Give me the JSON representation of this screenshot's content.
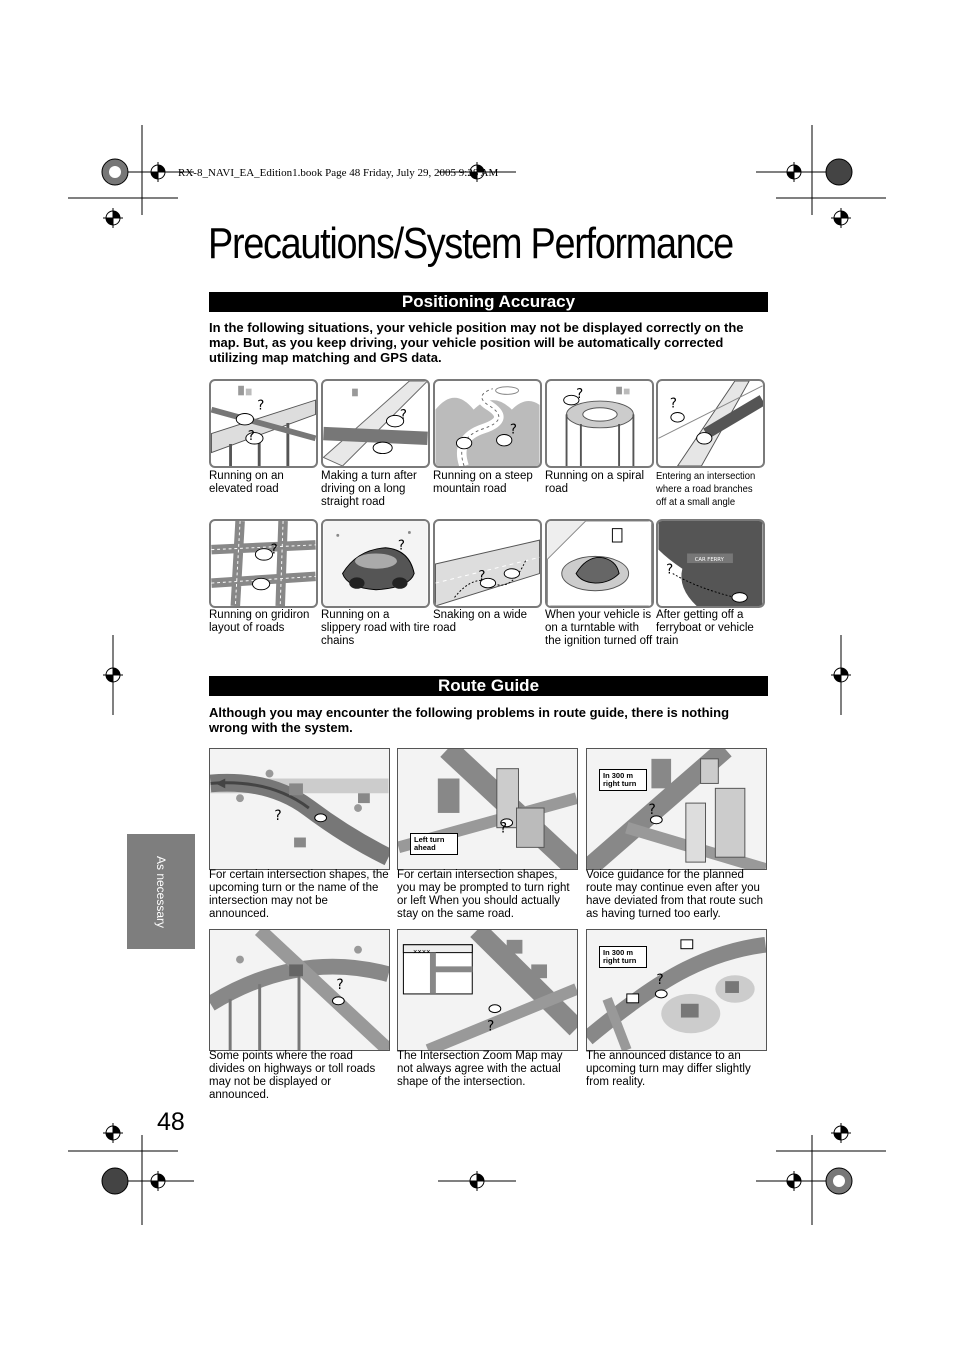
{
  "header": {
    "book_info": "RX-8_NAVI_EA_Edition1.book  Page 48  Friday, July 29, 2005  9:28 AM"
  },
  "page_title": "Precautions/System Performance",
  "positioning": {
    "heading": "Positioning Accuracy",
    "intro": "In the following situations, your vehicle position may not be displayed correctly on the map. But, as you keep driving, your vehicle position will be automatically corrected utilizing map matching and GPS data.",
    "items": [
      {
        "caption": "Running on an elevated road"
      },
      {
        "caption": "Making a turn after driving on a long straight road"
      },
      {
        "caption": "Running on a steep mountain road"
      },
      {
        "caption": "Running on a spiral road"
      },
      {
        "caption": "Entering an intersection where a road branches off at a small angle"
      },
      {
        "caption": "Running on gridiron layout of roads"
      },
      {
        "caption": "Running on a slippery road with tire chains"
      },
      {
        "caption": "Snaking on a wide road"
      },
      {
        "caption": "When your vehicle is on a turntable with the ignition turned off"
      },
      {
        "caption": "After getting off a ferryboat or vehicle train"
      }
    ],
    "ferry_label": "CAR FERRY"
  },
  "route_guide": {
    "heading": "Route Guide",
    "intro": "Although you may encounter the following problems in route guide, there is nothing wrong with the system.",
    "items": [
      {
        "caption": "For certain intersection shapes, the upcoming turn or the name of the intersection may not be announced."
      },
      {
        "caption": "For certain intersection shapes, you may be prompted to turn right or left When you should actually stay on the same road."
      },
      {
        "caption": "Voice guidance for the planned route may continue even after you have deviated from that route such as having turned too early."
      },
      {
        "caption": "Some points where the road divides on highways or toll roads may not be displayed or announced."
      },
      {
        "caption": "The Intersection Zoom Map may not always agree with the actual shape of the intersection."
      },
      {
        "caption": "The announced distance to an upcoming turn may differ slightly from reality."
      }
    ],
    "labels": {
      "left_turn": "Left turn ahead",
      "right_turn": "In 300 m right turn",
      "right_turn_2": "In 300 m right turn",
      "zoom_header": "××××"
    }
  },
  "side_tab": "As necessary",
  "page_number": "48"
}
